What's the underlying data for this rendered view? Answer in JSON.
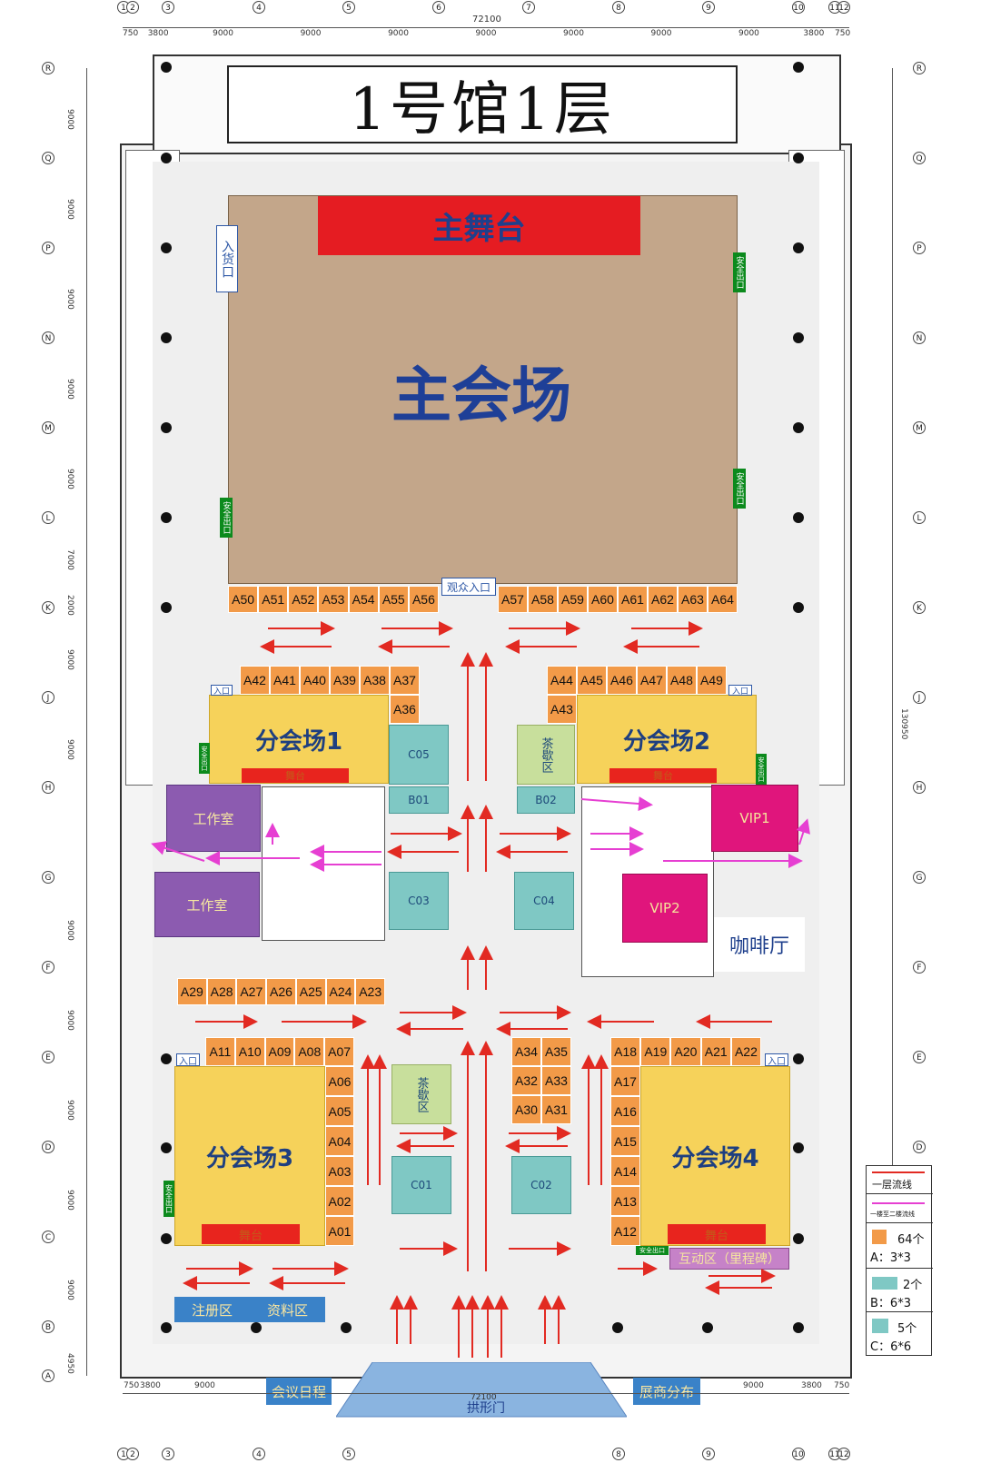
{
  "title": "1号馆1层",
  "dimension_total": "72100",
  "dimension_total_right": "130950",
  "top_dims": [
    "750",
    "3800",
    "9000",
    "9000",
    "9000",
    "9000",
    "9000",
    "9000",
    "9000",
    "3800",
    "750"
  ],
  "bottom_dims_left": [
    "750",
    "3800",
    "9000"
  ],
  "bottom_dims_right": [
    "9000",
    "3800",
    "750"
  ],
  "side_dims": [
    "9000",
    "9000",
    "9000",
    "9000",
    "9000",
    "7000",
    "2000",
    "9000",
    "9000",
    "9000",
    "9000",
    "9000",
    "9000",
    "9000",
    "4950"
  ],
  "col_axes": [
    "1",
    "2",
    "3",
    "4",
    "5",
    "6",
    "7",
    "8",
    "9",
    "10",
    "11",
    "12"
  ],
  "row_axes": [
    "R",
    "Q",
    "P",
    "N",
    "M",
    "L",
    "K",
    "J",
    "H",
    "G",
    "F",
    "E",
    "D",
    "C",
    "B",
    "A"
  ],
  "main_stage": "主舞台",
  "main_hall": "主会场",
  "goods_entry": "入货口",
  "safety_exit": "安全出口",
  "audience_entry": "观众入口",
  "entry_small": "入口",
  "stage_small": "舞台",
  "booths_top_left": [
    "A50",
    "A51",
    "A52",
    "A53",
    "A54",
    "A55",
    "A56"
  ],
  "booths_top_right": [
    "A57",
    "A58",
    "A59",
    "A60",
    "A61",
    "A62",
    "A63",
    "A64"
  ],
  "booths_row2_left": [
    "A42",
    "A41",
    "A40",
    "A39",
    "A38",
    "A37"
  ],
  "booth_a36": "A36",
  "booths_row2_right": [
    "A44",
    "A45",
    "A46",
    "A47",
    "A48",
    "A49"
  ],
  "booth_a43": "A43",
  "sub1": "分会场1",
  "sub2": "分会场2",
  "sub3": "分会场3",
  "sub4": "分会场4",
  "tea_area": "茶歇区",
  "c05": "C05",
  "c04": "C04",
  "c03": "C03",
  "c01": "C01",
  "c02": "C02",
  "b01": "B01",
  "b02": "B02",
  "studio": "工作室",
  "vip1": "VIP1",
  "vip2": "VIP2",
  "cafe": "咖啡厅",
  "booths_row3": [
    "A29",
    "A28",
    "A27",
    "A26",
    "A25",
    "A24",
    "A23"
  ],
  "booths_row4_left": [
    "A11",
    "A10",
    "A09",
    "A08",
    "A07"
  ],
  "booths_col_left": [
    "A06",
    "A05",
    "A04",
    "A03",
    "A02",
    "A01"
  ],
  "booths_center_grid": [
    [
      "A34",
      "A35"
    ],
    [
      "A32",
      "A33"
    ],
    [
      "A30",
      "A31"
    ]
  ],
  "booths_row4_right": [
    "A18",
    "A19",
    "A20",
    "A21",
    "A22"
  ],
  "booths_col_right": [
    "A17",
    "A16",
    "A15",
    "A14",
    "A13",
    "A12"
  ],
  "interactive_zone": "互动区（里程碑）",
  "register_zone": "注册区",
  "info_zone": "资料区",
  "schedule": "会议日程",
  "exhibitors": "展商分布",
  "arch_gate": "拱形门",
  "legend": {
    "flow1": "一层流线",
    "flow2": "一楼至二楼流线",
    "a_count": "64个",
    "a_size": "A：3*3",
    "b_count": "2个",
    "b_size": "B：6*3",
    "c_count": "5个",
    "c_size": "C：6*6",
    "colors": {
      "a": "#f29a48",
      "b": "#7fc8c4",
      "c": "#7fc8c4",
      "flow1": "#e22a22",
      "flow2": "#e63fd2"
    }
  }
}
